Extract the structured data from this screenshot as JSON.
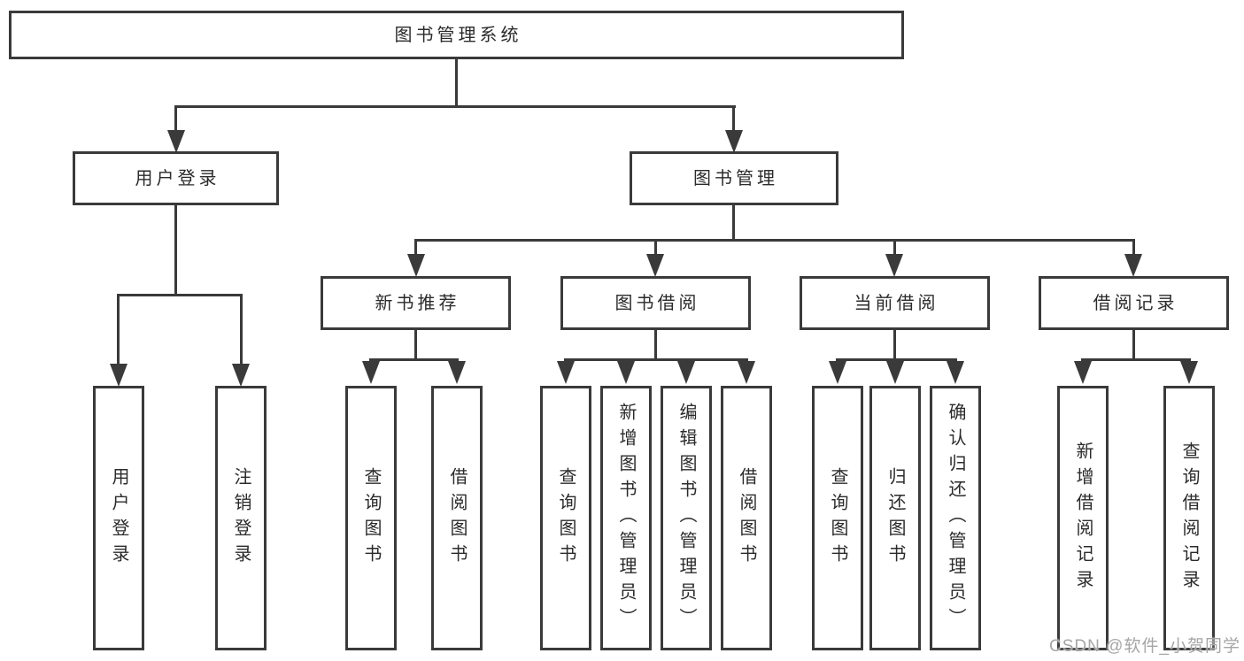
{
  "nodes": {
    "root": "图书管理系统",
    "user_login": "用户登录",
    "book_mgmt": "图书管理",
    "new_book": "新书推荐",
    "book_borrow": "图书借阅",
    "current_borrow": "当前借阅",
    "borrow_record": "借阅记录"
  },
  "leaves": {
    "user_login": [
      "用户登录",
      "注销登录"
    ],
    "new_book": [
      "查询图书",
      "借阅图书"
    ],
    "book_borrow": [
      "查询图书",
      "新增图书（管理员）",
      "编辑图书（管理员）",
      "借阅图书"
    ],
    "current_borrow": [
      "查询图书",
      "归还图书",
      "确认归还（管理员）"
    ],
    "borrow_record": [
      "新增借阅记录",
      "查询借阅记录"
    ]
  },
  "watermark": "CSDN @软件_小贺同学",
  "colors": {
    "line": "#3a3a3a",
    "text": "#2b2b2b",
    "background": "#ffffff",
    "watermark": "#a6a6a6"
  }
}
